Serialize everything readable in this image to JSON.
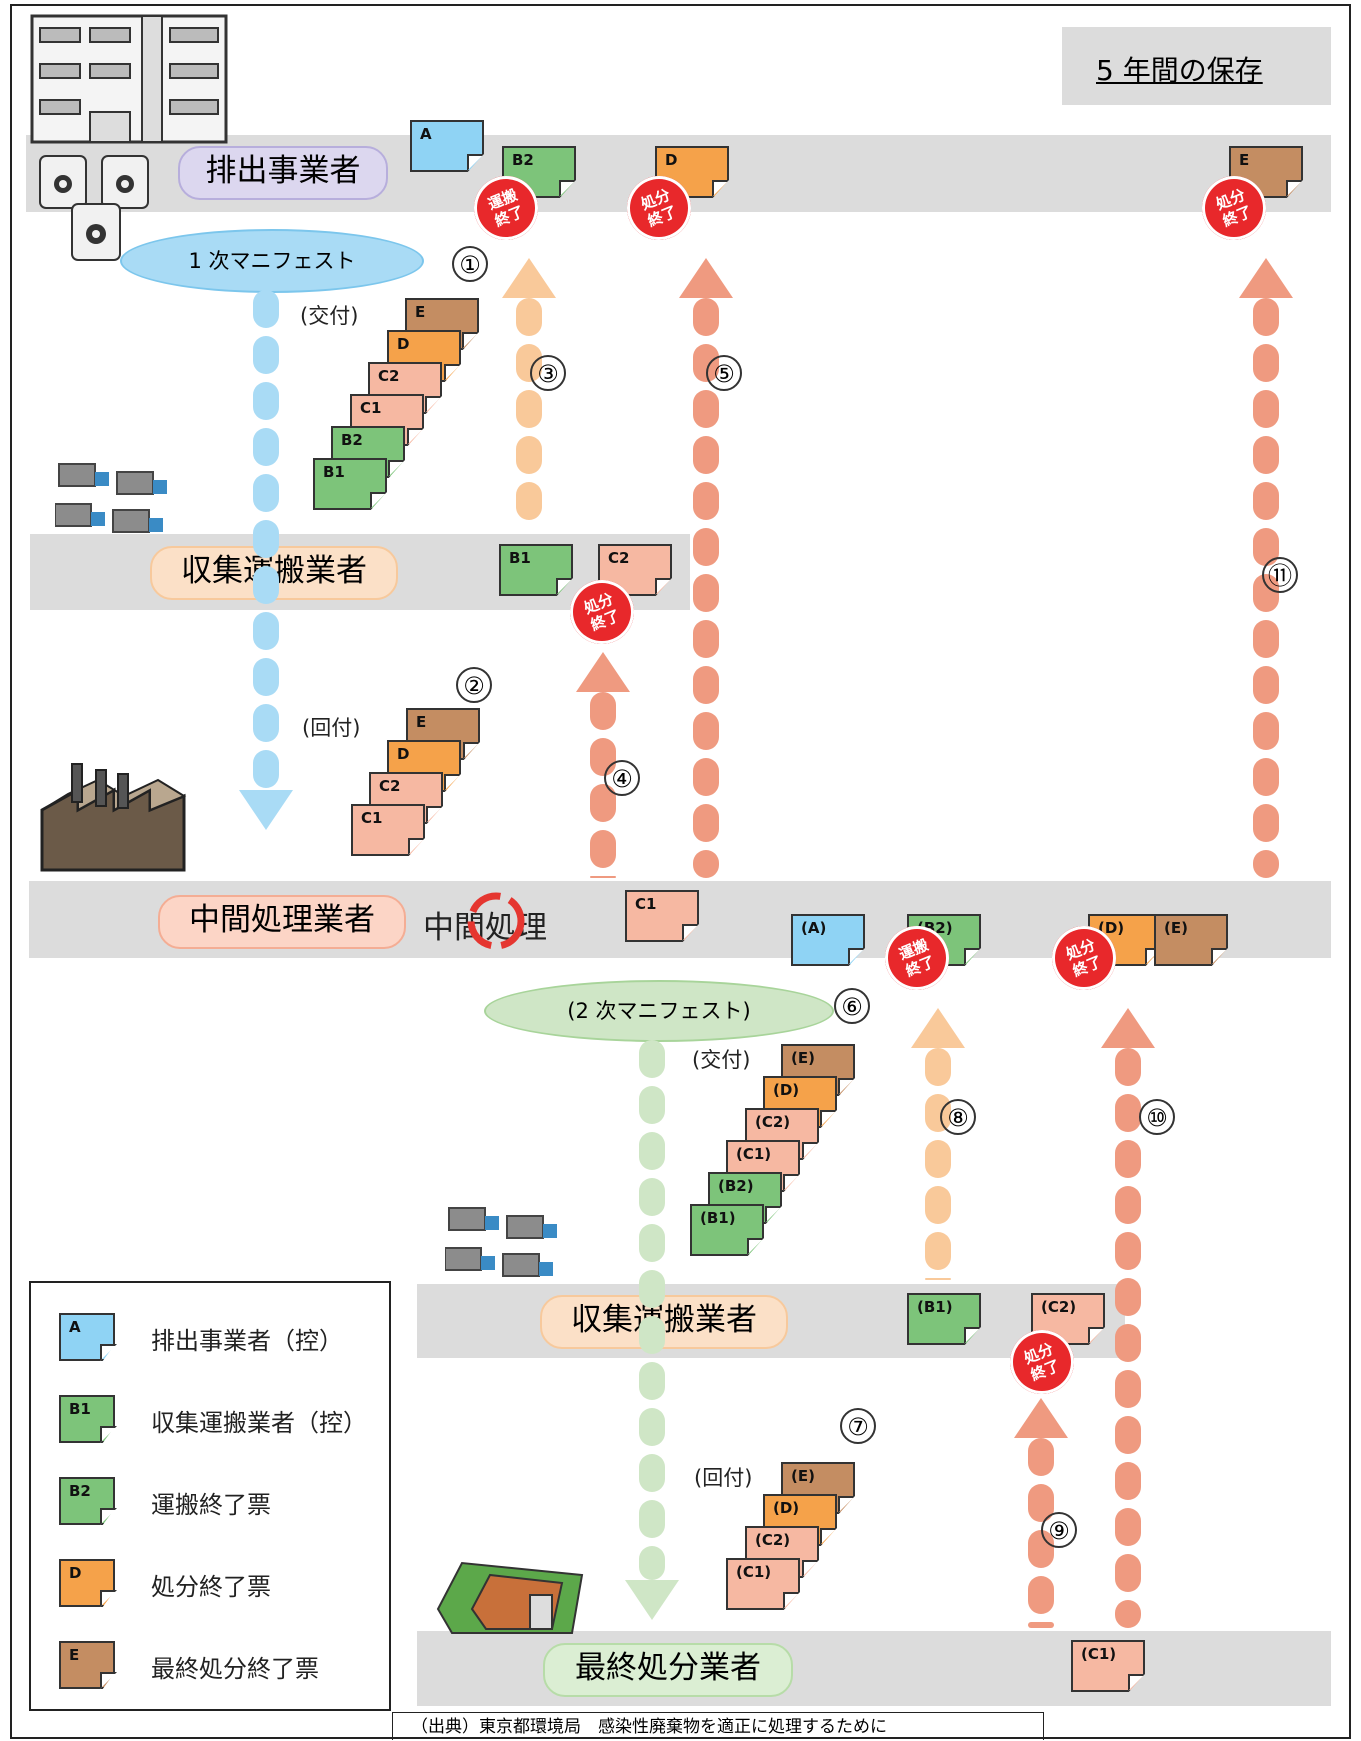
{
  "retention_note": "5 年間の保存",
  "actors": {
    "generator": "排出事業者",
    "transporter1": "収集運搬業者",
    "intermediate": "中間処理業者",
    "intermediate_process": "中間処理",
    "transporter2": "収集運搬業者",
    "final": "最終処分業者"
  },
  "manifests": {
    "primary": "1 次マニフェスト",
    "secondary": "(2 次マニフェスト)"
  },
  "actions": {
    "issue": "(交付)",
    "return": "(回付)",
    "issue2": "(交付)",
    "return2": "(回付)"
  },
  "steps": [
    "①",
    "②",
    "③",
    "④",
    "⑤",
    "⑥",
    "⑦",
    "⑧",
    "⑨",
    "⑩",
    "⑪"
  ],
  "stamps": {
    "transport_done": "運搬\n終了",
    "disposal_done": "処分\n終了"
  },
  "slips": {
    "A": "A",
    "B1": "B1",
    "B2": "B2",
    "C1": "C1",
    "C2": "C2",
    "D": "D",
    "E": "E",
    "pA": "(A)",
    "pB1": "(B1)",
    "pB2": "(B2)",
    "pC1": "(C1)",
    "pC2": "(C2)",
    "pD": "(D)",
    "pE": "(E)"
  },
  "legend": [
    {
      "code": "A",
      "label": "排出事業者（控）",
      "color": "#8fd3f4"
    },
    {
      "code": "B1",
      "label": "収集運搬業者（控）",
      "color": "#7dc47a"
    },
    {
      "code": "B2",
      "label": "運搬終了票",
      "color": "#7dc47a"
    },
    {
      "code": "D",
      "label": "処分終了票",
      "color": "#f5a24a"
    },
    {
      "code": "E",
      "label": "最終処分終了票",
      "color": "#c48d62"
    }
  ],
  "source": "（出典）東京都環境局　感染性廃棄物を適正に処理するために",
  "colors": {
    "A": "#8fd3f4",
    "B": "#7dc47a",
    "C": "#f6b8a2",
    "D": "#f5a24a",
    "E": "#c48d62",
    "blue_arrow": "#a9dbf5",
    "orange_arrow": "#f9c99a",
    "red_arrow": "#ef9a80",
    "green_arrow": "#cfe6c6",
    "stamp": "#e8282b"
  }
}
